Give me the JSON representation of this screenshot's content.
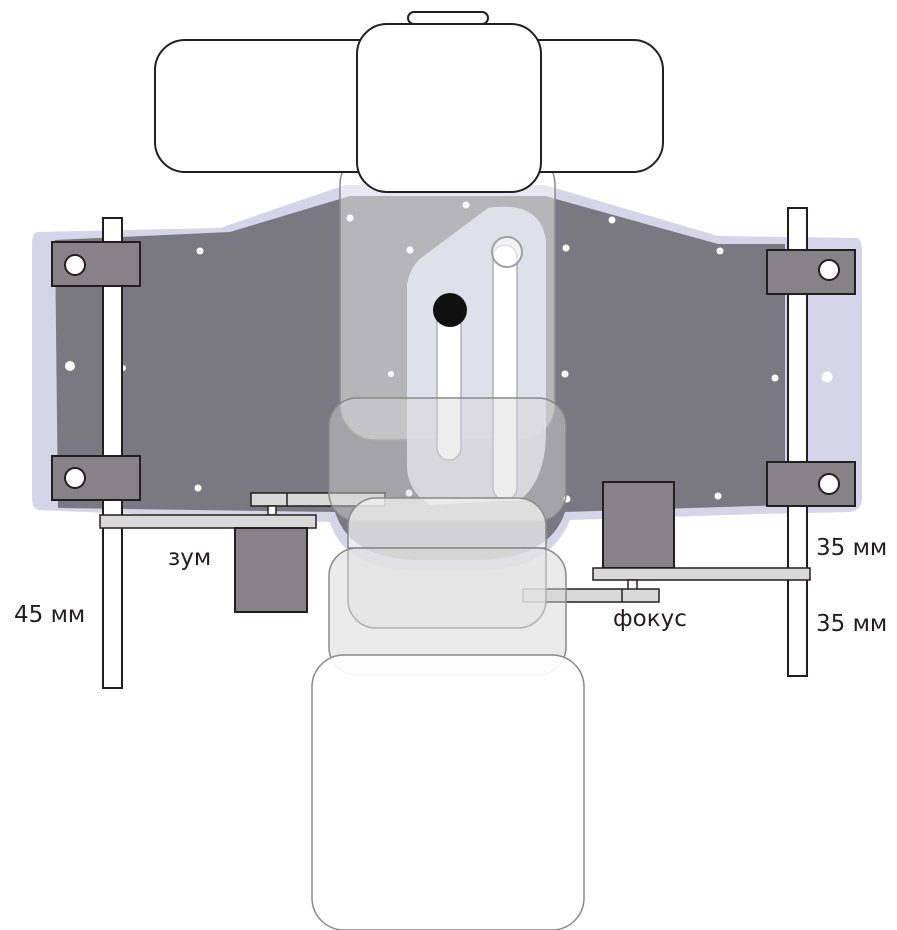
{
  "labels": {
    "zoom": "зум",
    "focus": "фокус",
    "left_dim": "45 мм",
    "right_dim_top": "35 мм",
    "right_dim_bottom": "35 мм"
  },
  "colors": {
    "plate_halo": "#d6d4e8",
    "plate": "#7a7880",
    "motor": "#858387",
    "rail": "#ffffff",
    "bracket": "#d9d9d9",
    "outline": "#231f20",
    "lens_stroke": "#8a8a8a"
  }
}
